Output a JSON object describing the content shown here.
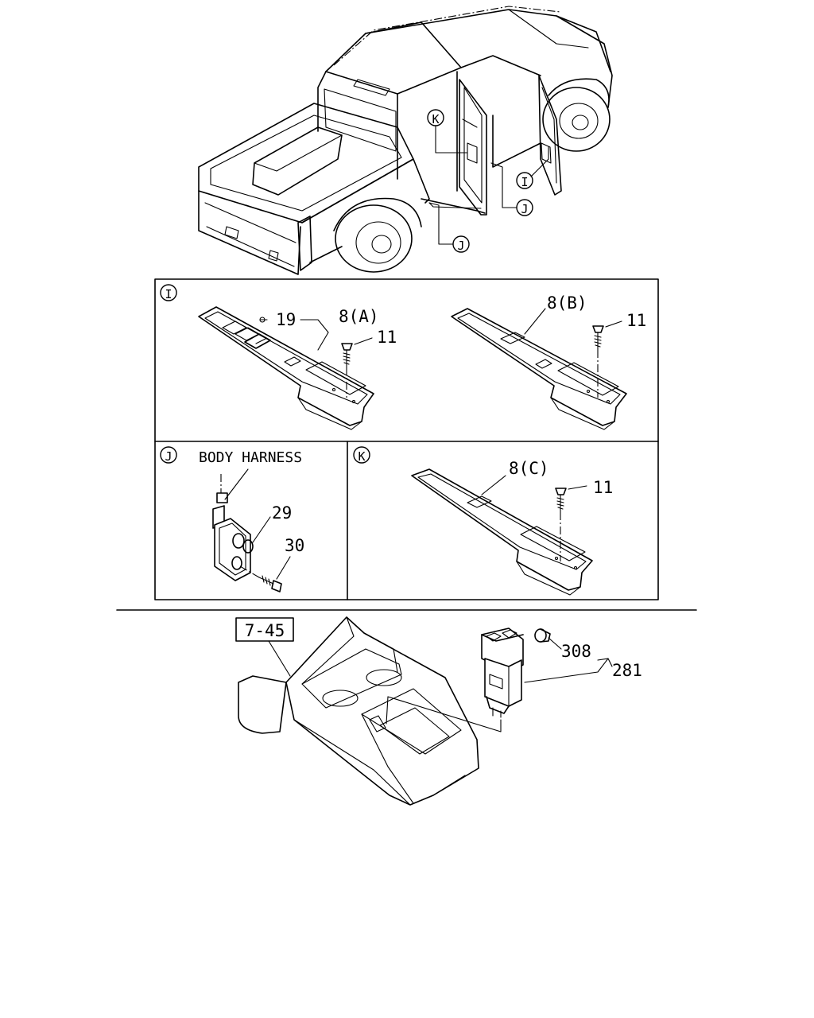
{
  "callouts": {
    "top": {
      "k": "K",
      "i": "I",
      "j_front": "J",
      "j_rear": "J"
    }
  },
  "panel_i": {
    "tag": "I",
    "part_19": "19",
    "part_8a": "8(A)",
    "screw_a": "11",
    "part_8b": "8(B)",
    "screw_b": "11"
  },
  "panel_j": {
    "tag": "J",
    "harness_label": "BODY HARNESS",
    "part_29": "29",
    "part_30": "30"
  },
  "panel_k": {
    "tag": "K",
    "part_8c": "8(C)",
    "screw_c": "11"
  },
  "console": {
    "ref": "7-45",
    "part_308": "308",
    "part_281": "281"
  }
}
